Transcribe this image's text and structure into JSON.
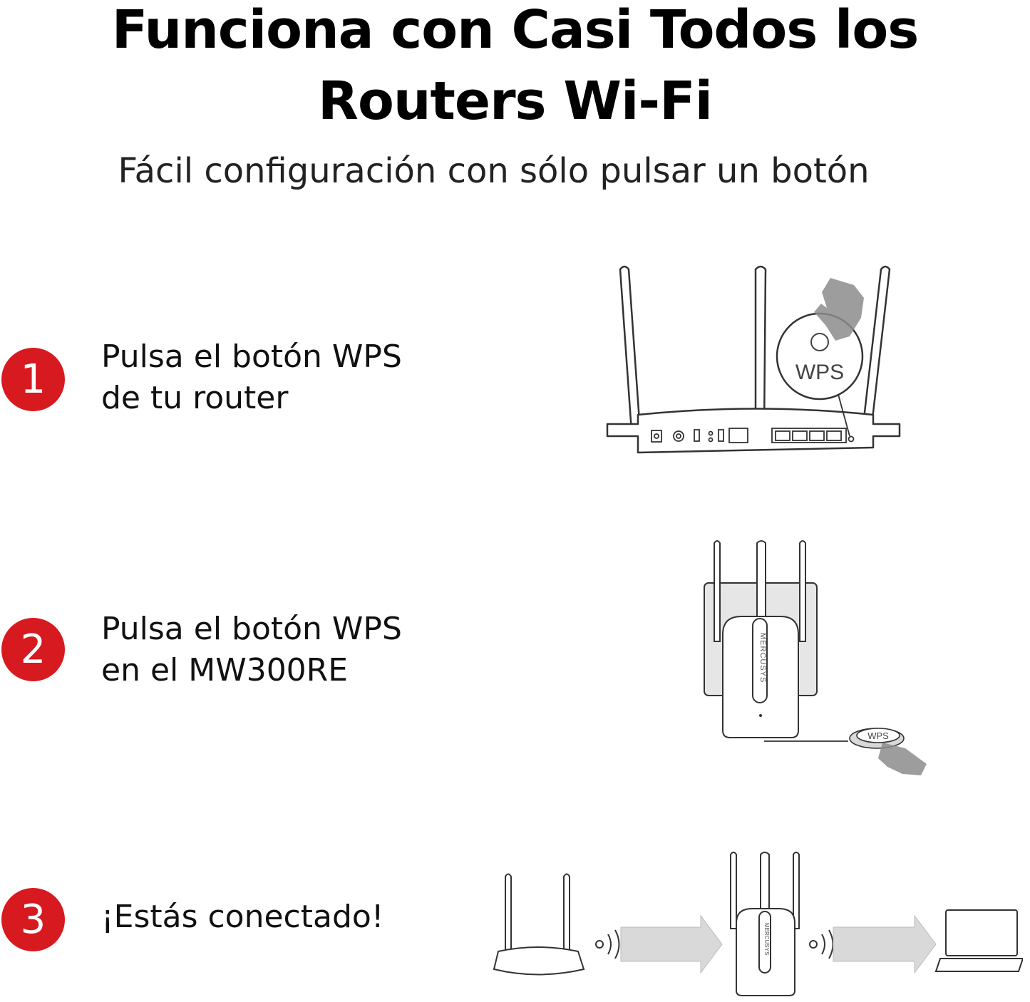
{
  "header": {
    "title_line1": "Funciona con Casi Todos los",
    "title_line2": "Routers Wi-Fi",
    "subtitle": "Fácil configuración con sólo pulsar un botón"
  },
  "colors": {
    "accent": "#d71920",
    "line": "#333333",
    "arrow_fill": "#d9d9d9",
    "panel": "#e6e6e6"
  },
  "steps": [
    {
      "number": "1",
      "line1": "Pulsa el botón WPS",
      "line2": "de tu router",
      "icon": "router-wps-button"
    },
    {
      "number": "2",
      "line1": "Pulsa el botón WPS",
      "line2": "en el MW300RE",
      "icon": "extender-wps-button"
    },
    {
      "number": "3",
      "line1": "¡Estás conectado!",
      "icon": "router-extender-laptop"
    }
  ],
  "illustrations": {
    "wps_label": "WPS",
    "brand_label": "MERCUSYS"
  }
}
